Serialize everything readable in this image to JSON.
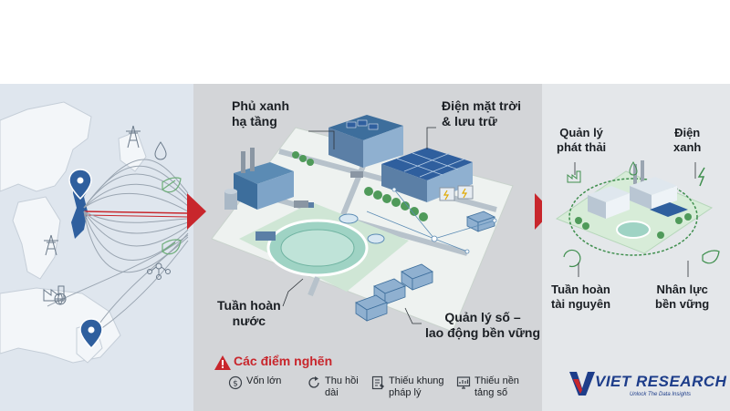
{
  "labels": {
    "phu_xanh": [
      "Phủ xanh",
      "hạ tầng"
    ],
    "dien_mat_troi": [
      "Điện mặt trời",
      "& lưu trữ"
    ],
    "tuan_hoan_nuoc": [
      "Tuần hoàn",
      "nước"
    ],
    "quan_ly_so": [
      "Quản lý số –",
      "lao động bền vững"
    ]
  },
  "right_labels": {
    "quan_ly_phat_thai": [
      "Quản lý",
      "phát thải"
    ],
    "dien_xanh": [
      "Điện",
      "xanh"
    ],
    "tuan_hoan_tai_nguyen": [
      "Tuần hoàn",
      "tài nguyên"
    ],
    "nhan_luc": [
      "Nhân lực",
      "bền vững"
    ]
  },
  "bottleneck": {
    "title": "Các điểm nghẽn",
    "items": [
      {
        "icon": "coin-icon",
        "lines": [
          "Vốn lớn"
        ]
      },
      {
        "icon": "cycle-icon",
        "lines": [
          "Thu hồi",
          "dài"
        ]
      },
      {
        "icon": "document-icon",
        "lines": [
          "Thiếu khung",
          "pháp lý"
        ]
      },
      {
        "icon": "monitor-chart-icon",
        "lines": [
          "Thiếu nền",
          "tảng số"
        ]
      }
    ]
  },
  "brand": {
    "name": "VIET RESEARCH",
    "tagline": "Unlock The Data Insights"
  },
  "colors": {
    "arrow": "#c8262c",
    "accent_red": "#c8262c",
    "brand_blue": "#1d3d8a",
    "green": "#3f8f4e",
    "solar_blue": "#2f5f9e"
  }
}
